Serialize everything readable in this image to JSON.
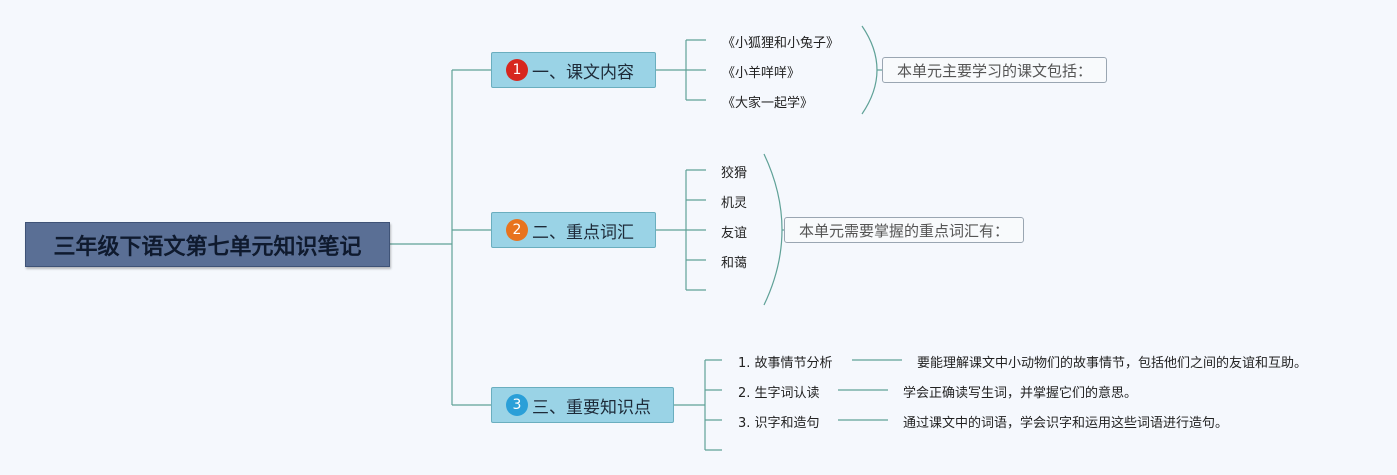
{
  "root": {
    "title": "三年级下语文第七单元知识笔记"
  },
  "branches": [
    {
      "number": "1",
      "label": "一、课文内容",
      "badge_color": "#d7261e",
      "items": [
        "《小狐狸和小兔子》",
        "《小羊咩咩》",
        "《大家一起学》"
      ],
      "summary": "本单元主要学习的课文包括："
    },
    {
      "number": "2",
      "label": "二、重点词汇",
      "badge_color": "#e8731e",
      "items": [
        "狡猾",
        "机灵",
        "友谊",
        "和蔼"
      ],
      "summary": "本单元需要掌握的重点词汇有："
    },
    {
      "number": "3",
      "label": "三、重要知识点",
      "badge_color": "#2a9fd8",
      "items": [
        {
          "title": "1. 故事情节分析",
          "detail": "要能理解课文中小动物们的故事情节，包括他们之间的友谊和互助。"
        },
        {
          "title": "2. 生字词认读",
          "detail": "学会正确读写生词，并掌握它们的意思。"
        },
        {
          "title": "3. 识字和造句",
          "detail": "通过课文中的词语，学会识字和运用这些词语进行造句。"
        }
      ]
    }
  ],
  "colors": {
    "line": "#5fa197",
    "root_bg": "#5a6f95",
    "branch_bg": "#9ad3e6"
  }
}
